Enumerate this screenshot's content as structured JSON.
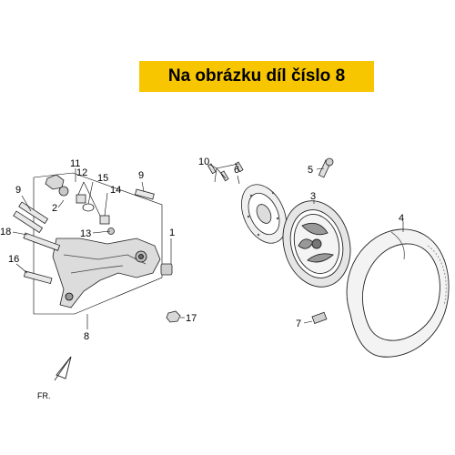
{
  "banner": {
    "text": "Na obrázku díl číslo 8",
    "color": "#f7c600"
  },
  "labels": [
    "1",
    "2",
    "3",
    "4",
    "5",
    "6",
    "7",
    "8",
    "9",
    "9",
    "10",
    "11",
    "12",
    "13",
    "14",
    "15",
    "16",
    "17",
    "18"
  ],
  "direction_label": "FR."
}
